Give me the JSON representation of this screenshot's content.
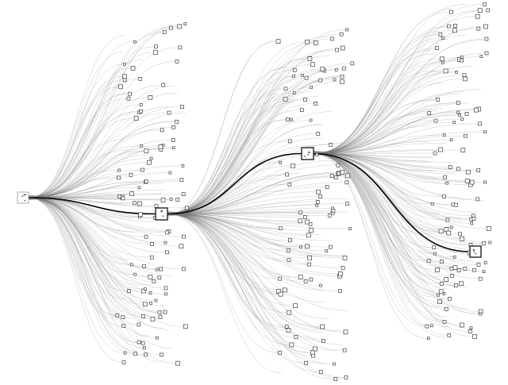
{
  "diagram": {
    "type": "hierarchical-tree",
    "style": {
      "background": "#ffffff",
      "edge_color": "#777777",
      "path_color": "#000000",
      "node_fill": "#ffffff",
      "node_stroke": "#222222"
    },
    "levels": 4,
    "highlighted_path": [
      "root",
      "level-1-hub",
      "level-2-hub",
      "level-3-hub"
    ]
  }
}
